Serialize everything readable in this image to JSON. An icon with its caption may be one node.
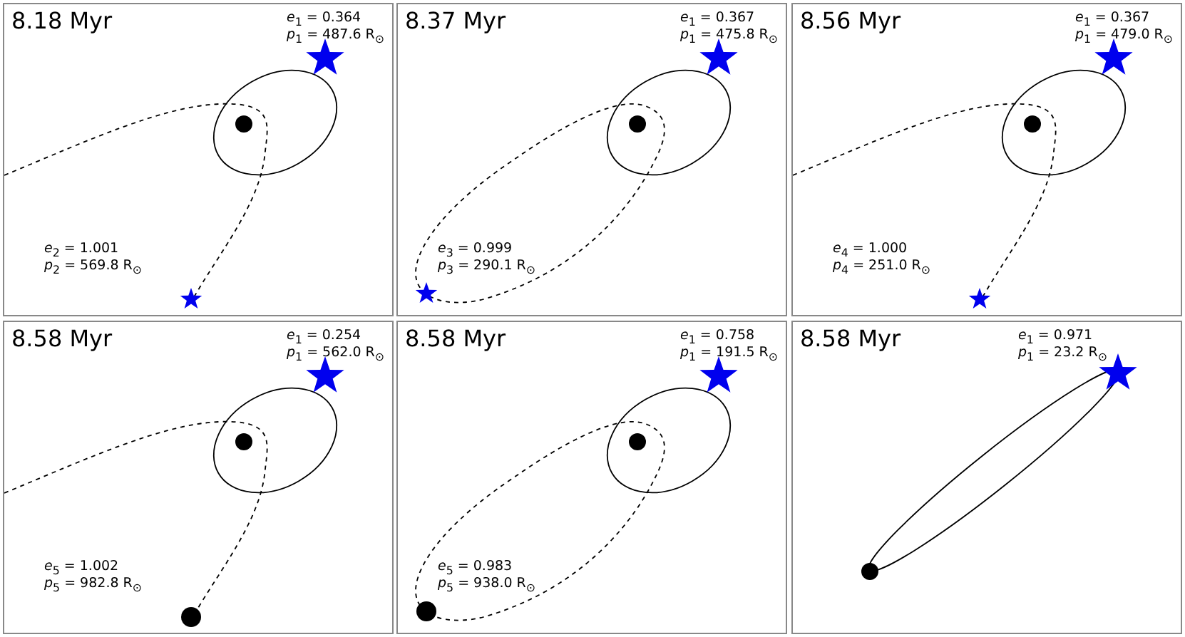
{
  "diagram": {
    "nodes": [
      {
        "text": [
          "8.18 Myr",
          "*e*$_{1}$ = 0.364",
          "*p*$_{1}$ = 487.6 R$_{⊙}$",
          "*e*$_{2}$ = 1.001",
          "*p*$_{2}$ = 569.8 R$_{⊙}$"
        ]
      },
      {
        "text": [
          "8.37 Myr",
          "*e*$_{1}$ = 0.367",
          "*p*$_{1}$ = 475.8 R$_{⊙}$",
          "*e*$_{3}$ = 0.999",
          "*p*$_{3}$ = 290.1 R$_{⊙}$"
        ]
      },
      {
        "text": [
          "8.56 Myr",
          "*e*$_{1}$ = 0.367",
          "*p*$_{1}$ = 479.0 R$_{⊙}$",
          "*e*$_{4}$ = 1.000",
          "*p*$_{4}$ = 251.0 R$_{⊙}$"
        ]
      },
      {
        "text": [
          "8.58 Myr",
          "*e*$_{1}$ = 0.254",
          "*p*$_{1}$ = 562.0 R$_{⊙}$",
          "*e*$_{5}$ = 1.002",
          "*p*$_{5}$ = 982.8 R$_{⊙}$"
        ]
      },
      {
        "text": [
          "8.58 Myr",
          "*e*$_{1}$ = 0.758",
          "*p*$_{1}$ = 191.5 R$_{⊙}$",
          "*e*$_{5}$ = 0.983",
          "*p*$_{5}$ = 938.0 R$_{⊙}$"
        ]
      },
      {
        "text": [
          "8.58 Myr",
          "*e*$_{1}$ = 0.971",
          "*p*$_{1}$ = 23.2 R$_{⊙}$"
        ]
      }
    ]
  }
}
